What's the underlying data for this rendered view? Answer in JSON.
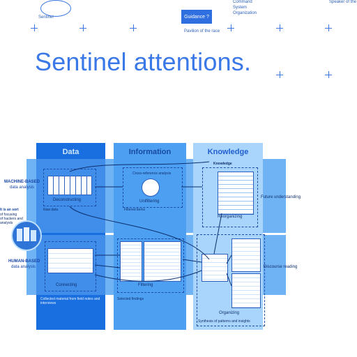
{
  "header": {
    "logo_text": "Sentinel",
    "badge": "Guidance ?",
    "subtitle": "Pavilion of the race",
    "org_lines": [
      "Command",
      "System",
      "Organization"
    ],
    "right_text": "Speaker of the"
  },
  "title": "Sentinel attentions.",
  "diagram": {
    "columns": [
      "Data",
      "Information",
      "Knowledge"
    ],
    "row_labels": {
      "machine": [
        "MACHINE-BASED",
        "data analysis"
      ],
      "human": [
        "HUMAN-BASED",
        "data analysis"
      ],
      "left_top": [
        "It is an sort",
        "of focusing",
        "of hackers and",
        "analysts"
      ]
    },
    "stages": {
      "deconstructing": "Deconstructing",
      "unifiltering": "Unifiltering",
      "reorganizing": "Reorganizing",
      "connecting": "Connecting",
      "filtering": "Filtering",
      "organizing": "Organizing",
      "cross_reference": "Cross-reference analysis",
      "future": "Future understanding",
      "discourse": "Discourse reading",
      "top_knowledge": "Knowledge"
    },
    "notes": {
      "data_top": "Raw data",
      "info_top": "Filtered items",
      "data_bottom": "Collected material from field notes and interviews",
      "info_bottom": "Selected findings",
      "know_bottom": "Synthesis of patterns and insights"
    }
  },
  "colors": {
    "accent": "#2f6fe0",
    "panel": "#6fb3f5",
    "dark": "#0f5fd8"
  }
}
